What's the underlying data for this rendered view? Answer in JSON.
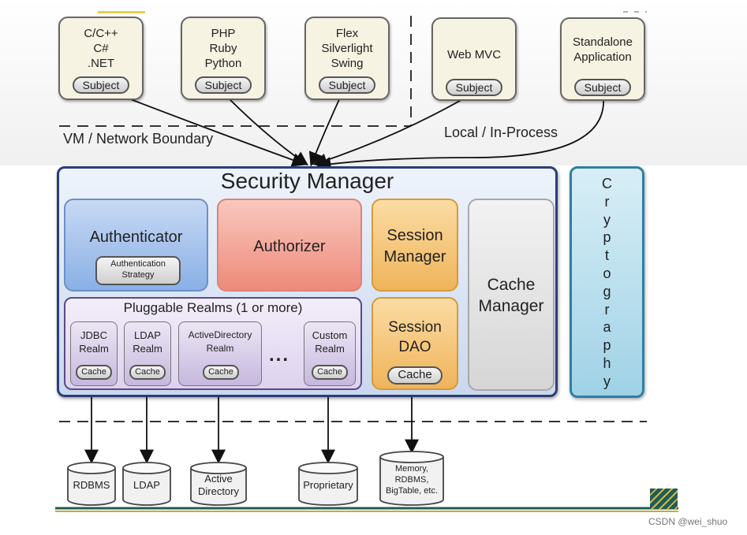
{
  "clients": [
    {
      "label": "C/C++\nC#\n.NET",
      "subject": "Subject"
    },
    {
      "label": "PHP\nRuby\nPython",
      "subject": "Subject"
    },
    {
      "label": "Flex\nSilverlight\nSwing",
      "subject": "Subject"
    },
    {
      "label": "Web MVC",
      "subject": "Subject"
    },
    {
      "label": "Standalone\nApplication",
      "subject": "Subject"
    }
  ],
  "boundaries": {
    "vm_network": "VM / Network Boundary",
    "local": "Local / In-Process"
  },
  "security_manager": {
    "title": "Security Manager",
    "authenticator": {
      "title": "Authenticator",
      "strategy": "Authentication\nStrategy"
    },
    "authorizer": {
      "title": "Authorizer"
    },
    "session_manager": {
      "title": "Session\nManager"
    },
    "cache_manager": {
      "title": "Cache\nManager"
    },
    "session_dao": {
      "title": "Session\nDAO",
      "cache": "Cache"
    },
    "realms": {
      "title": "Pluggable Realms (1 or more)",
      "items": [
        {
          "label": "JDBC\nRealm",
          "cache": "Cache"
        },
        {
          "label": "LDAP\nRealm",
          "cache": "Cache"
        },
        {
          "label": "ActiveDirectory\nRealm",
          "cache": "Cache"
        },
        {
          "label": "Custom\nRealm",
          "cache": "Cache"
        }
      ],
      "ellipsis": "..."
    }
  },
  "cryptography": {
    "title": "C\nr\ny\np\nt\no\ng\nr\na\np\nh\ny"
  },
  "datastores": [
    {
      "label": "RDBMS"
    },
    {
      "label": "LDAP"
    },
    {
      "label": "Active\nDirectory"
    },
    {
      "label": "Proprietary"
    },
    {
      "label": "Memory,\nRDBMS,\nBigTable, etc."
    }
  ],
  "watermark": "CSDN @wei_shuo"
}
